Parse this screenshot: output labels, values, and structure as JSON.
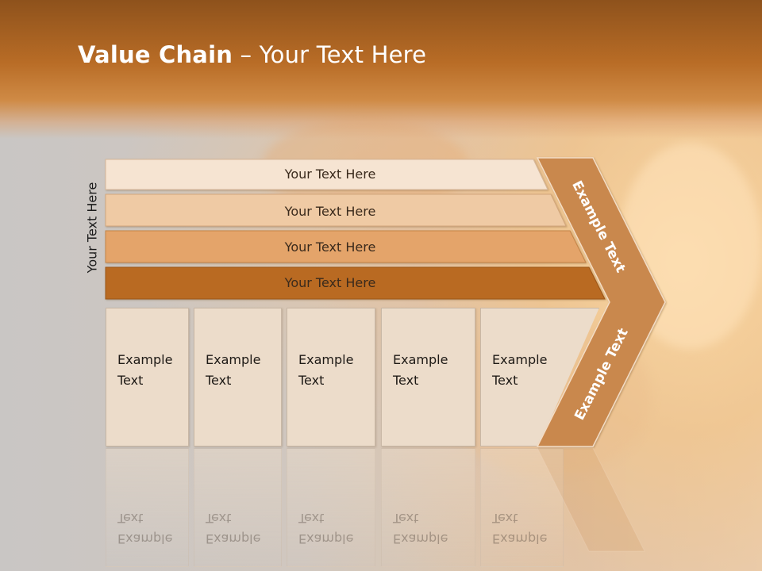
{
  "slide": {
    "title_bold": "Value Chain",
    "title_rest": " – Your Text Here",
    "side_label": "Your Text Here",
    "bands": [
      {
        "label": "Your Text Here",
        "color": "#f6e4d2"
      },
      {
        "label": "Your Text Here",
        "color": "#efcaa4"
      },
      {
        "label": "Your Text Here",
        "color": "#e4a46a"
      },
      {
        "label": "Your Text Here",
        "color": "#b96a24"
      }
    ],
    "arrow": {
      "upper_label": "Example Text",
      "lower_label": "Example Text",
      "color": "#c9884e"
    },
    "columns": [
      {
        "label": "Example\nText"
      },
      {
        "label": "Example\nText"
      },
      {
        "label": "Example\nText"
      },
      {
        "label": "Example\nText"
      },
      {
        "label": "Example\nText"
      }
    ],
    "colors": {
      "header_dark": "#8e521c",
      "header_light": "#cf8a45",
      "column_fill": "#ecdcca"
    }
  }
}
